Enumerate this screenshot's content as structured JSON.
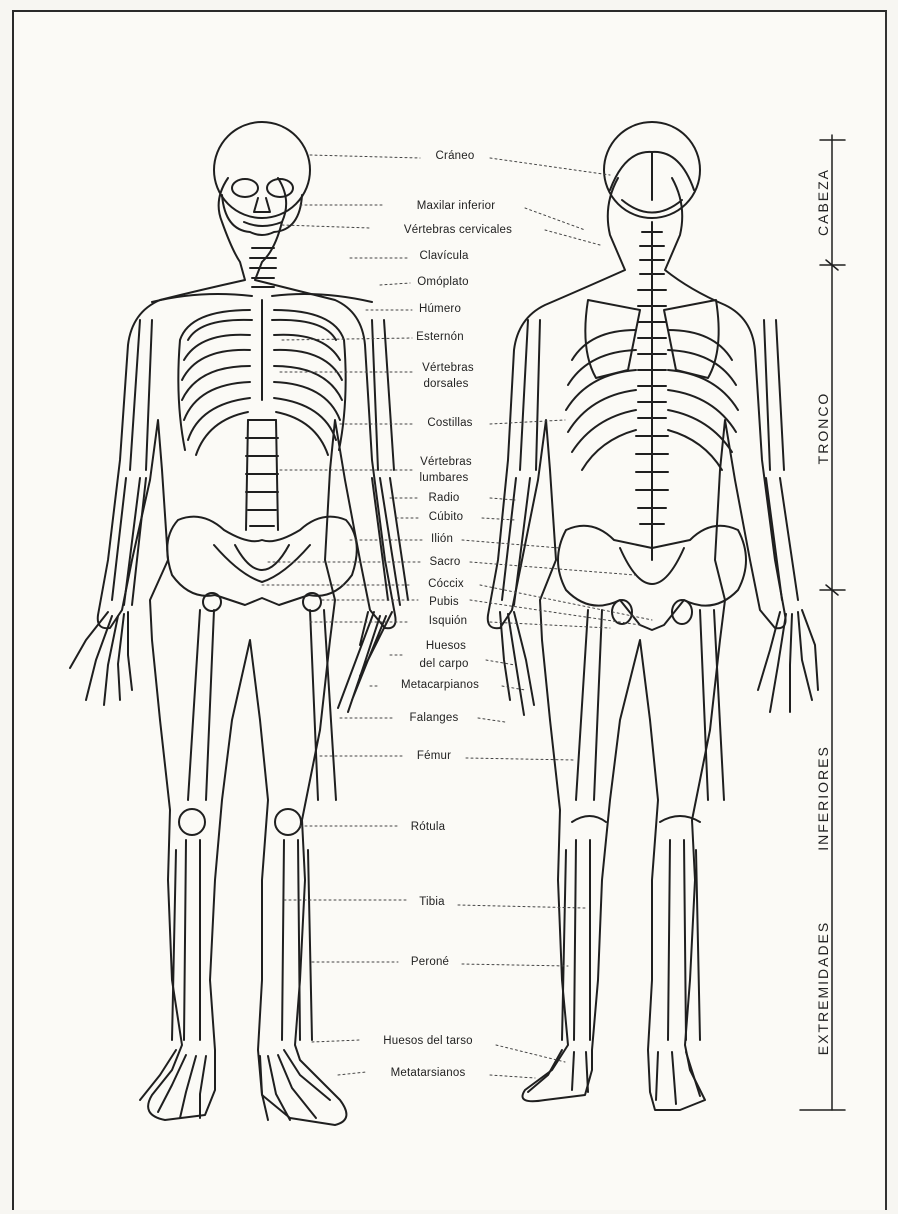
{
  "labels": {
    "craneo": "Cráneo",
    "maxilar": "Maxilar inferior",
    "vert_cervicales": "Vértebras cervicales",
    "clavicula": "Clavícula",
    "omoplato": "Omóplato",
    "humero": "Húmero",
    "esternon": "Esternón",
    "vert_dorsales_1": "Vértebras",
    "vert_dorsales_2": "dorsales",
    "costillas": "Costillas",
    "vert_lumbares_1": "Vértebras",
    "vert_lumbares_2": "lumbares",
    "radio": "Radio",
    "cubito": "Cúbito",
    "ilion": "Ilión",
    "sacro": "Sacro",
    "coccix": "Cóccix",
    "pubis": "Pubis",
    "isquion": "Isquión",
    "carpo_1": "Huesos",
    "carpo_2": "del carpo",
    "metacarpianos": "Metacarpianos",
    "falanges": "Falanges",
    "femur": "Fémur",
    "rotula": "Rótula",
    "tibia": "Tibia",
    "perone": "Peroné",
    "tarso": "Huesos del tarso",
    "metatarsianos": "Metatarsianos"
  },
  "regions": {
    "cabeza": "CABEZA",
    "tronco": "TRONCO",
    "inferiores": "INFERIORES",
    "extremidades": "EXTREMIDADES"
  }
}
